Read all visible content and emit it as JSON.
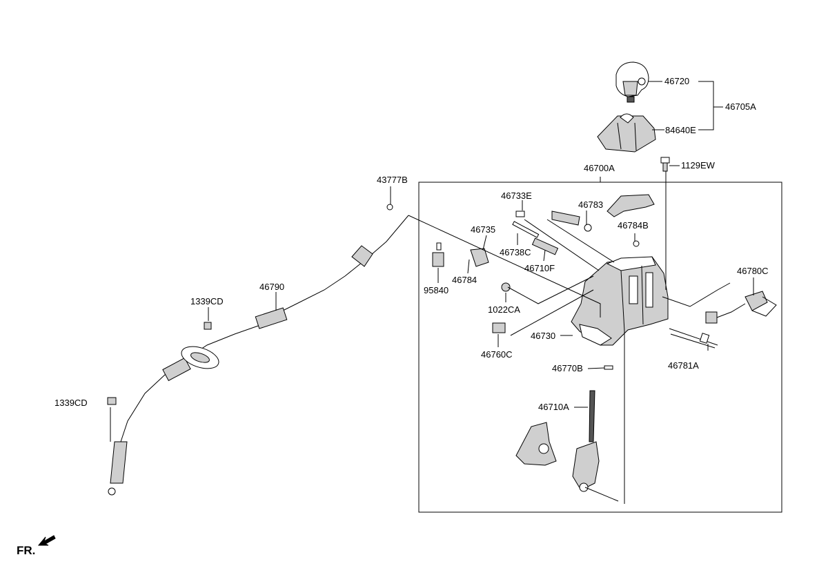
{
  "labels": {
    "p46720": "46720",
    "p46705A": "46705A",
    "p84640E": "84640E",
    "p1129EW": "1129EW",
    "p46700A": "46700A",
    "p43777B": "43777B",
    "p46733E": "46733E",
    "p46783": "46783",
    "p46784B": "46784B",
    "p46735": "46735",
    "p46738C": "46738C",
    "p46710F": "46710F",
    "p95840": "95840",
    "p46784": "46784",
    "p1022CA": "1022CA",
    "p46780C": "46780C",
    "p46790": "46790",
    "p1339CD_top": "1339CD",
    "p46730": "46730",
    "p46760C": "46760C",
    "p46781A": "46781A",
    "p46770B": "46770B",
    "p1339CD_bottom": "1339CD",
    "p46710A": "46710A",
    "front": "FR."
  }
}
